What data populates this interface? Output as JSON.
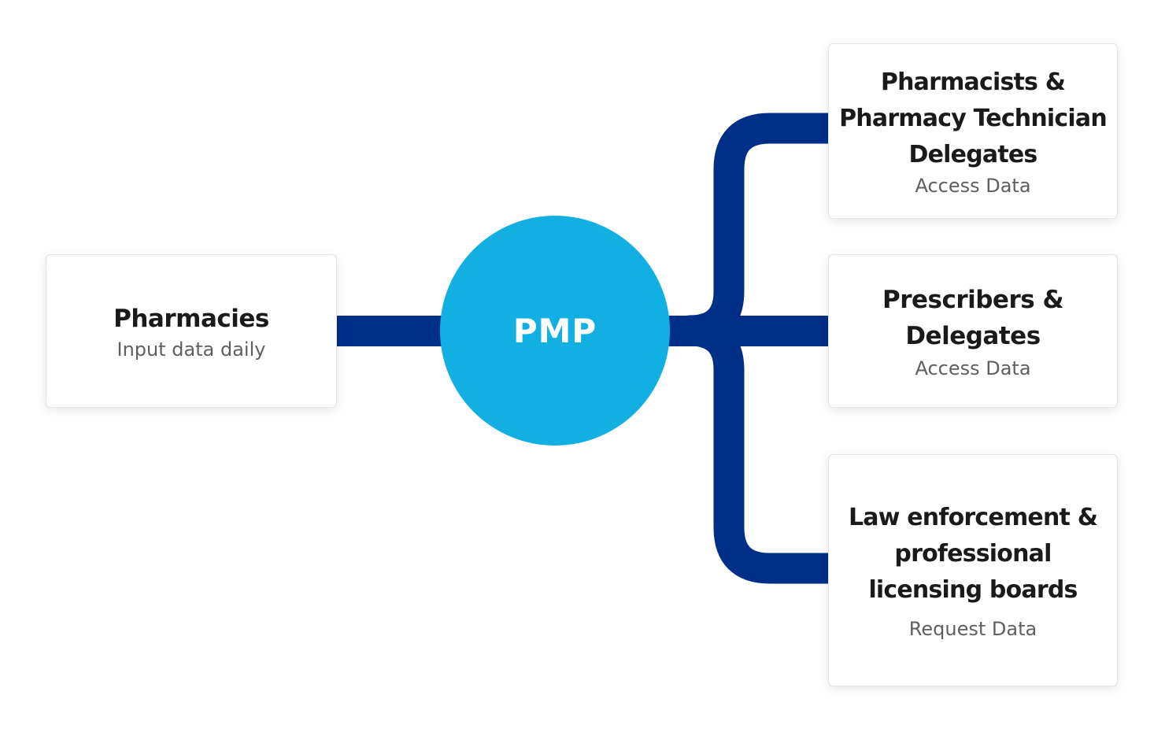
{
  "colors": {
    "connector": "#002f87",
    "hub": "#12b0e2"
  },
  "hub": {
    "label": "PMP"
  },
  "source": {
    "title": "Pharmacies",
    "subtitle": "Input data daily"
  },
  "targets": [
    {
      "title_lines": [
        "Pharmacists &",
        "Pharmacy Technician",
        "Delegates"
      ],
      "subtitle": "Access Data"
    },
    {
      "title_lines": [
        "Prescribers &",
        "Delegates"
      ],
      "subtitle": "Access Data"
    },
    {
      "title_lines": [
        "Law enforcement &",
        "professional",
        "licensing boards"
      ],
      "subtitle": "Request Data"
    }
  ]
}
